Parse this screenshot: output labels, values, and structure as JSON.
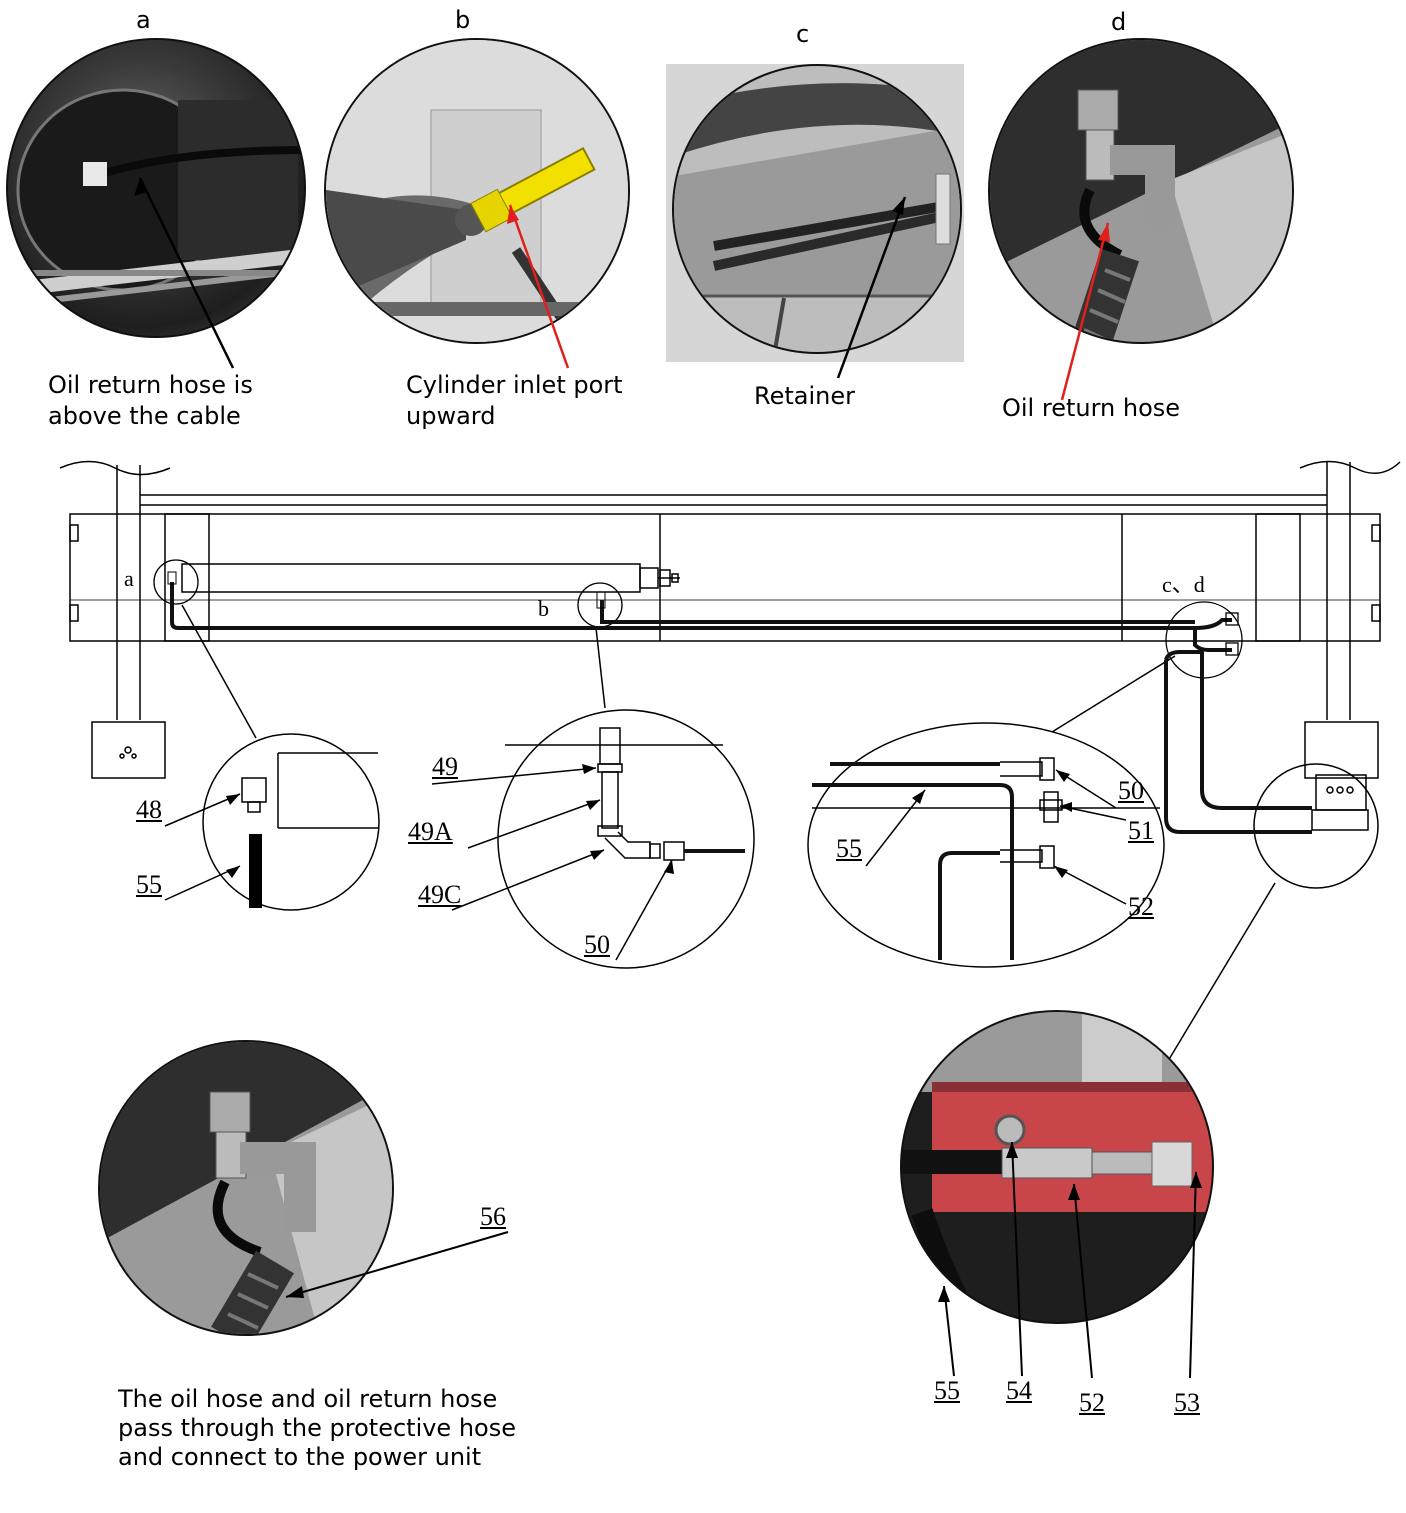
{
  "top_letters": {
    "a": "a",
    "b": "b",
    "c": "c",
    "d": "d"
  },
  "captions": {
    "a_line1": "Oil return hose is",
    "a_line2": "above the cable",
    "b_line1": "Cylinder inlet port",
    "b_line2": "upward",
    "c": "Retainer",
    "d": "Oil return hose",
    "bottom": "The oil hose and oil return hose pass through the protective hose and connect to the power unit"
  },
  "diagram_labels": {
    "a": "a",
    "b": "b",
    "cd": "c、d"
  },
  "part_numbers": {
    "p48": "48",
    "p55_left": "55",
    "p49": "49",
    "p49A": "49A",
    "p49C": "49C",
    "p50_mid": "50",
    "p55_right": "55",
    "p50_right": "50",
    "p51": "51",
    "p52_right": "52",
    "p56": "56",
    "p55_photo": "55",
    "p54": "54",
    "p52_photo": "52",
    "p53": "53"
  },
  "colors": {
    "hose": "#111111",
    "arrow_red": "#e0201c",
    "fitting_yellow": "#f2e000",
    "plate_red": "#c8454a"
  }
}
